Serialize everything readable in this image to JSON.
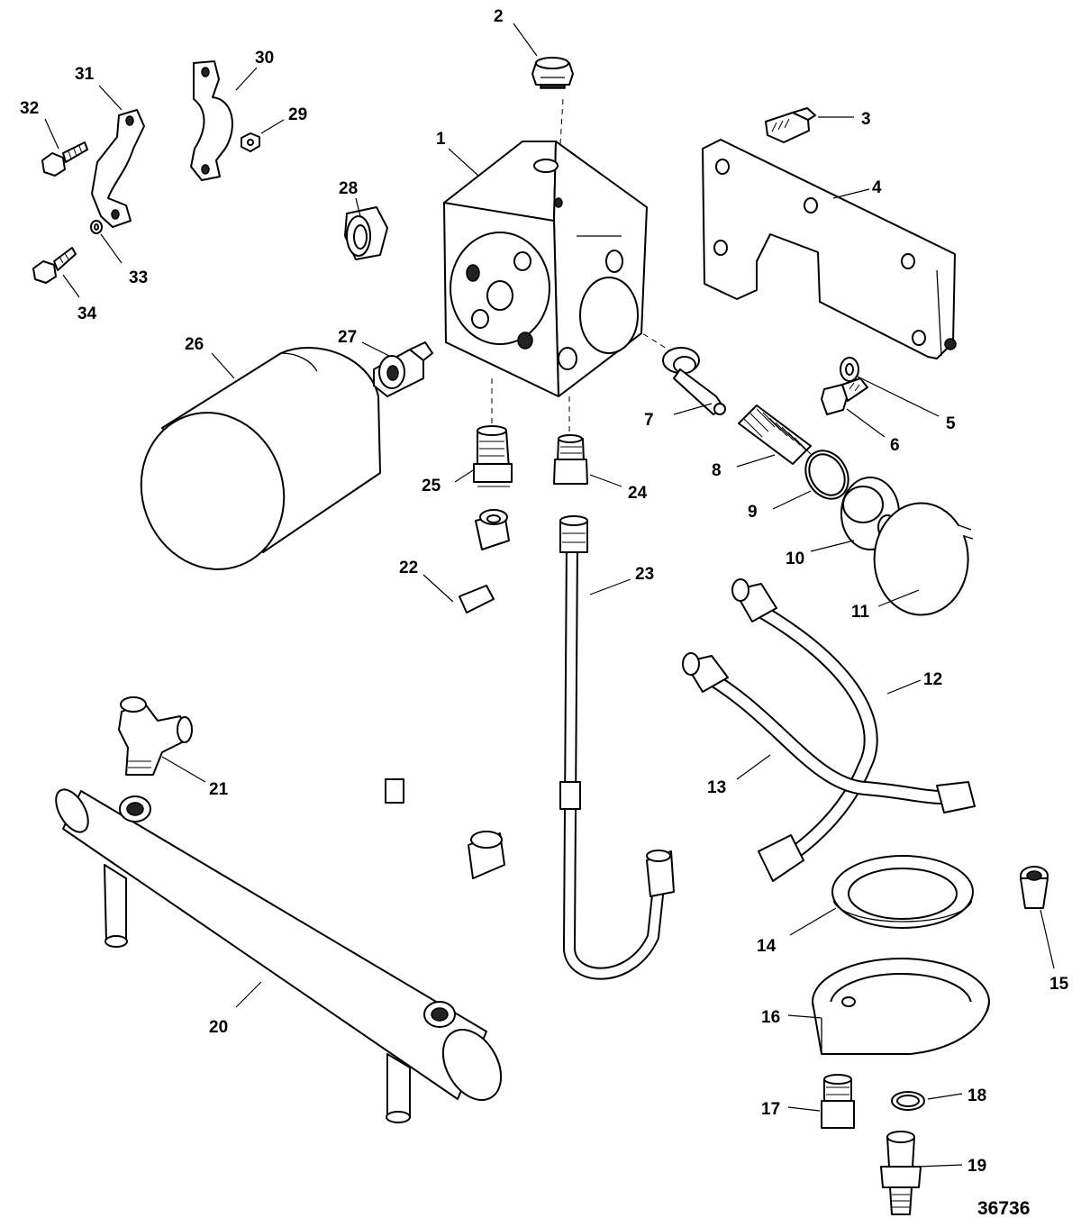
{
  "diagram": {
    "figure_number": "36736",
    "callouts": [
      "1",
      "2",
      "3",
      "4",
      "5",
      "6",
      "7",
      "8",
      "9",
      "10",
      "11",
      "12",
      "13",
      "14",
      "15",
      "16",
      "17",
      "18",
      "19",
      "20",
      "21",
      "22",
      "23",
      "24",
      "25",
      "26",
      "27",
      "28",
      "29",
      "30",
      "31",
      "32",
      "33",
      "34"
    ]
  }
}
